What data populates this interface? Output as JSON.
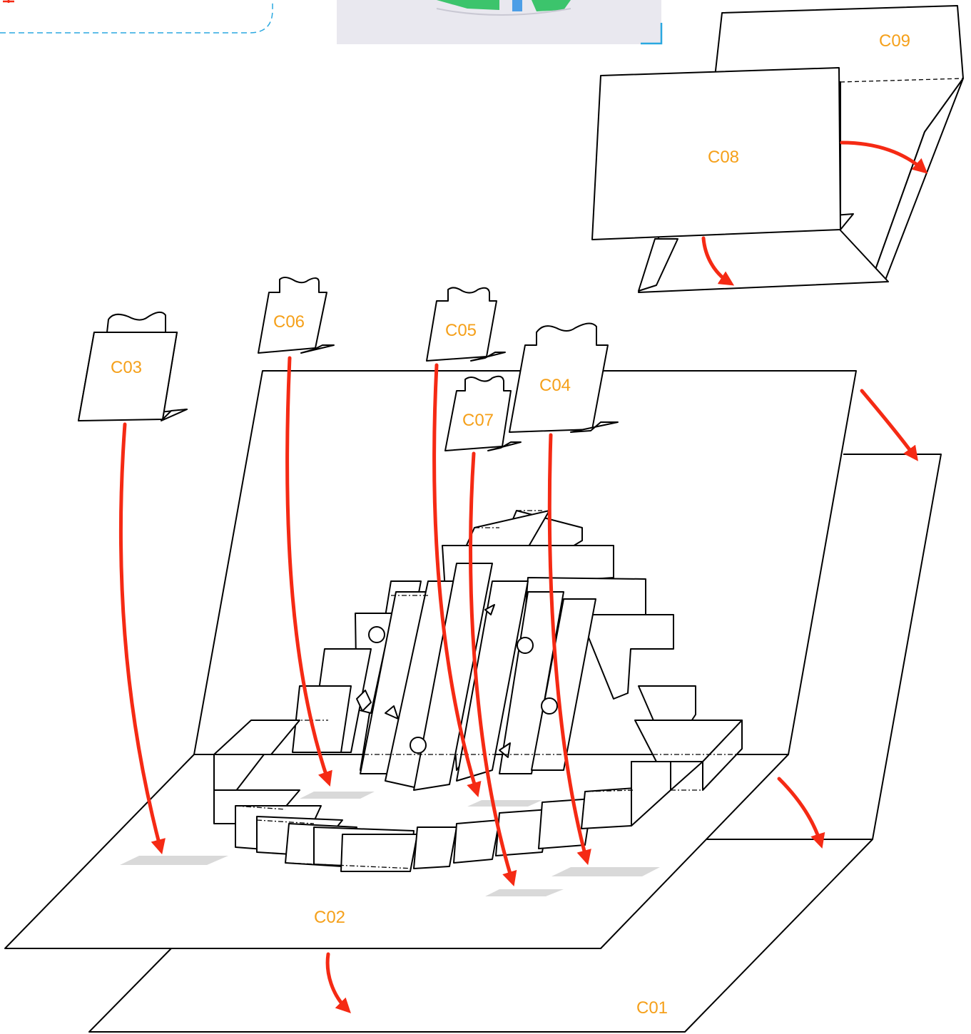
{
  "colors": {
    "label": "#f5a01a",
    "arrow": "#f52a14",
    "slot": "#d9d9d9",
    "preview_frame": "#2aa8e0",
    "preview_bg": "#e9e8ef",
    "preview_green": "#3cc46c",
    "preview_blue": "#4d9ee6"
  },
  "parts": {
    "c01": "C01",
    "c02": "C02",
    "c03": "C03",
    "c04": "C04",
    "c05": "C05",
    "c06": "C06",
    "c07": "C07",
    "c08": "C08",
    "c09": "C09"
  }
}
